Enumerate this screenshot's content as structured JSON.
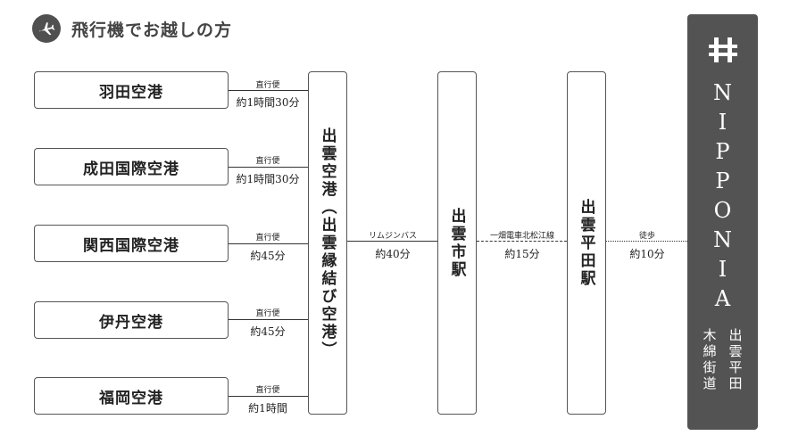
{
  "header": {
    "title": "飛行機でお越しの方",
    "icon": "airplane-icon"
  },
  "airports": [
    {
      "name": "羽田空港",
      "route_type": "直行便",
      "time": "約1時間30分"
    },
    {
      "name": "成田国際空港",
      "route_type": "直行便",
      "time": "約1時間30分"
    },
    {
      "name": "関西国際空港",
      "route_type": "直行便",
      "time": "約45分"
    },
    {
      "name": "伊丹空港",
      "route_type": "直行便",
      "time": "約45分"
    },
    {
      "name": "福岡空港",
      "route_type": "直行便",
      "time": "約1時間"
    }
  ],
  "stations": {
    "izumo_airport": "出雲空港（出雲縁結び空港）",
    "izumoshi": "出雲市駅",
    "izumo_hirata": "出雲平田駅"
  },
  "legs": {
    "limousine": {
      "mode": "リムジンバス",
      "time": "約40分"
    },
    "ichibata": {
      "mode": "一畑電車北松江線",
      "time": "約15分"
    },
    "walk": {
      "mode": "徒歩",
      "time": "約10分"
    }
  },
  "destination": {
    "logo": "nipponia-logo-icon",
    "brand": "NIPPONIA",
    "sub_1": "出雲平田",
    "sub_2": "木綿街道"
  },
  "colors": {
    "destination_bg": "#535353",
    "border": "#555555",
    "icon_bg": "#505050"
  }
}
